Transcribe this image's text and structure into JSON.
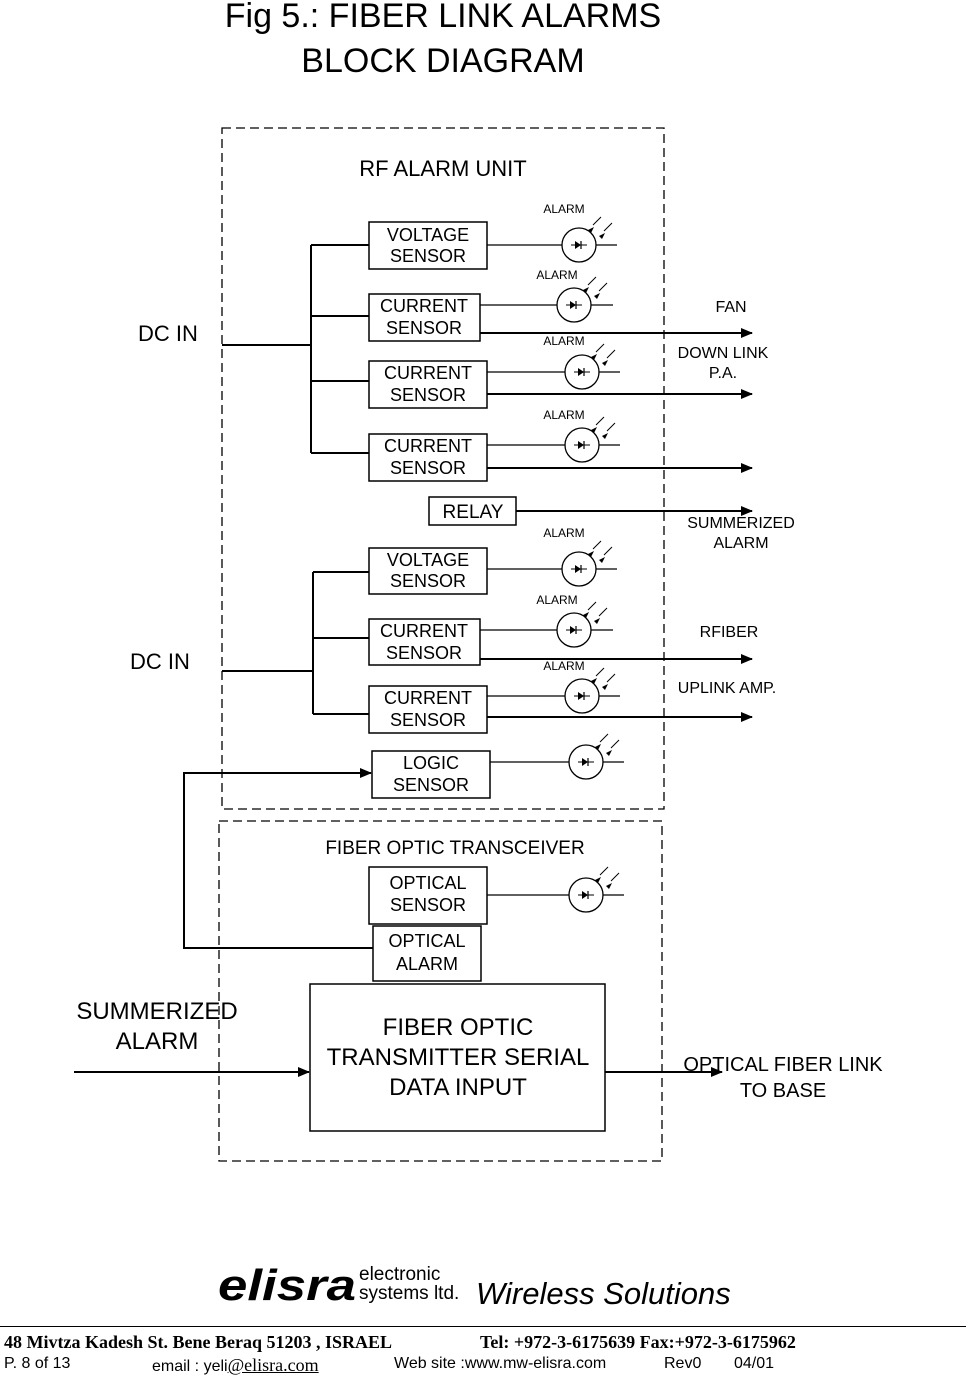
{
  "title": {
    "line1": "Fig 5.: FIBER LINK ALARMS",
    "line2": "BLOCK DIAGRAM"
  },
  "rf_unit": {
    "label": "RF ALARM UNIT",
    "dc_in_1": "DC IN",
    "dc_in_2": "DC IN",
    "blocks": [
      {
        "line1": "VOLTAGE",
        "line2": "SENSOR"
      },
      {
        "line1": "CURRENT",
        "line2": "SENSOR"
      },
      {
        "line1": "CURRENT",
        "line2": "SENSOR"
      },
      {
        "line1": "CURRENT",
        "line2": "SENSOR"
      },
      {
        "line1": "RELAY"
      },
      {
        "line1": "VOLTAGE",
        "line2": "SENSOR"
      },
      {
        "line1": "CURRENT",
        "line2": "SENSOR"
      },
      {
        "line1": "CURRENT",
        "line2": "SENSOR"
      },
      {
        "line1": "LOGIC",
        "line2": "SENSOR"
      }
    ],
    "alarm_label": "ALARM",
    "outputs": {
      "fan": "FAN",
      "downlink_1": "DOWN LINK",
      "downlink_2": "P.A.",
      "summerized_1": "SUMMERIZED",
      "summerized_2": "ALARM",
      "rfiber": "RFIBER",
      "uplink": "UPLINK AMP."
    }
  },
  "fiber_unit": {
    "label": "FIBER OPTIC TRANSCEIVER",
    "optical_sensor": {
      "line1": "OPTICAL",
      "line2": "SENSOR"
    },
    "optical_alarm": {
      "line1": "OPTICAL",
      "line2": "ALARM"
    },
    "transmitter": {
      "line1": "FIBER OPTIC",
      "line2": "TRANSMITTER SERIAL",
      "line3": "DATA INPUT"
    },
    "input_1": "SUMMERIZED",
    "input_2": "ALARM",
    "output_1": "OPTICAL FIBER LINK",
    "output_2": "TO BASE"
  },
  "footer": {
    "logo": "elisra",
    "logo_sub1": "electronic",
    "logo_sub2": "systems ltd.",
    "tagline": "Wireless Solutions",
    "address": "48 Mivtza Kadesh St. Bene Beraq 51203 , ISRAEL",
    "tel": "Tel: +972-3-6175639 Fax:+972-3-6175962",
    "page": "P. 8 of 13",
    "email_prefix": "email : yeli",
    "email_domain": "@elisra.com",
    "website": "Web site  :www.mw-elisra.com",
    "rev": "Rev0",
    "date": "04/01"
  }
}
